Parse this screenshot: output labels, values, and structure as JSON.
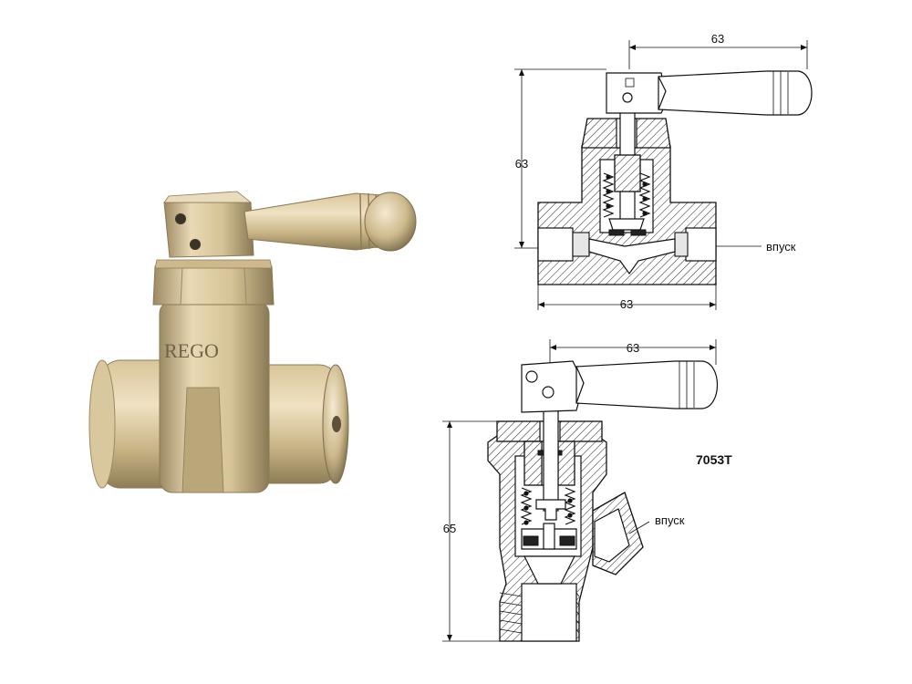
{
  "photo": {
    "stamp_text": "REGO"
  },
  "top_drawing": {
    "dim_handle_width": "63",
    "dim_height": "63",
    "dim_body_width": "63",
    "inlet_label": "впуск"
  },
  "bottom_drawing": {
    "dim_handle_width": "63",
    "dim_height": "65",
    "inlet_label": "впуск",
    "model_label": "7053T"
  },
  "colors": {
    "brass_light": "#e8d7b0",
    "brass_mid": "#c9b488",
    "brass_dark": "#8b7a55",
    "line": "#111111"
  }
}
